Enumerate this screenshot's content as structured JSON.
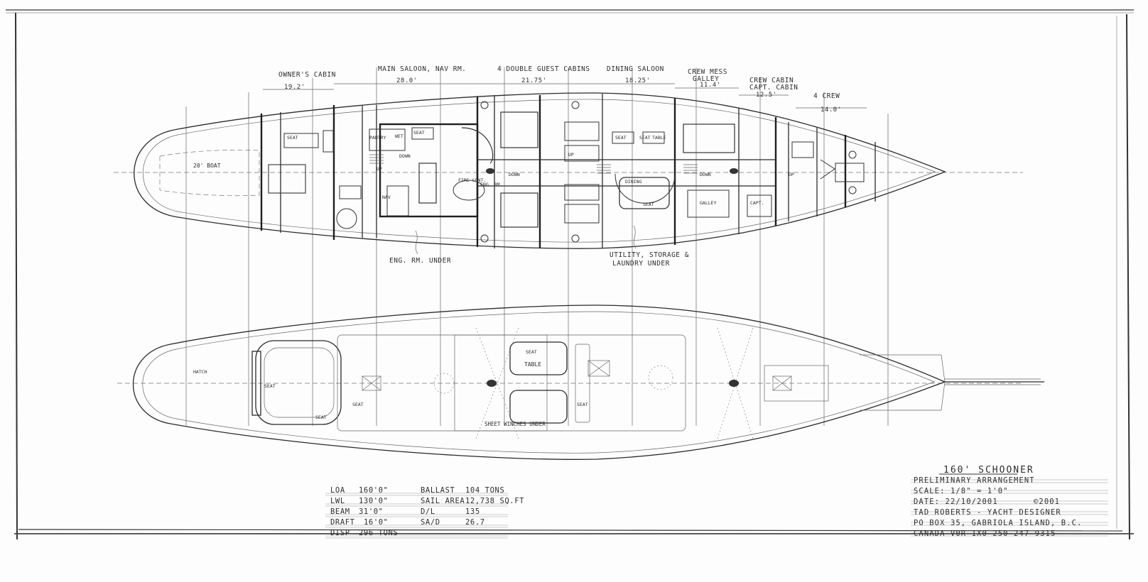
{
  "plan": {
    "upper_labels": {
      "owners_cabin": "OWNER'S CABIN",
      "main_saloon": "MAIN SALOON, NAV RM.",
      "guest_cabins": "4 DOUBLE GUEST CABINS",
      "dining_saloon": "DINING SALOON",
      "crew_mess": "CREW MESS",
      "galley_top": "GALLEY",
      "crew_cabin": "CREW CABIN",
      "capt_cabin": "CAPT. CABIN",
      "four_crew": "4 CREW"
    },
    "dimensions": {
      "d1": "19.2'",
      "d2": "28.0'",
      "d3": "21.75'",
      "d4": "18.25'",
      "d5": "11.4'",
      "d6": "12.5'",
      "d7": "14.0'"
    },
    "rooms": {
      "boat": "20' BOAT",
      "seat1": "SEAT",
      "pantry": "PANTRY",
      "seat2": "SEAT",
      "wet": "WET",
      "down1": "DOWN",
      "up1": "UP",
      "nav": "NAV",
      "eng_rm": "ENG. RM.",
      "fire_cont": "FIRE CONT.",
      "down2": "DOWN",
      "up2": "UP",
      "seat3": "SEAT",
      "seat4": "SEAT",
      "table": "TABLE",
      "dining": "DINING",
      "seat5": "SEAT",
      "down3": "DOWN",
      "galley": "GALLEY",
      "capt": "CAPT.",
      "up3": "UP"
    },
    "callouts": {
      "eng_under": "ENG. RM. UNDER",
      "utility_line1": "UTILITY, STORAGE &",
      "utility_line2": "LAUNDRY UNDER"
    }
  },
  "deck": {
    "hatch": "HATCH",
    "seat_a": "SEAT",
    "seat_b": "SEAT",
    "seat_c": "SEAT",
    "seat_d": "SEAT",
    "seat_e": "SEAT",
    "table": "TABLE",
    "winches": "SHEET WINCHES UNDER"
  },
  "specs": {
    "left": [
      {
        "label": "LOA",
        "value": "160'0\""
      },
      {
        "label": "LWL",
        "value": "130'0\""
      },
      {
        "label": "BEAM",
        "value": "31'0\""
      },
      {
        "label": "DRAFT",
        "value": "16'0\""
      },
      {
        "label": "DISP",
        "value": "296 TONS"
      }
    ],
    "right": [
      {
        "label": "BALLAST",
        "value": "104 TONS"
      },
      {
        "label": "SAIL AREA",
        "value": "12,738 SQ.FT"
      },
      {
        "label": "D/L",
        "value": "135"
      },
      {
        "label": "SA/D",
        "value": "26.7"
      }
    ]
  },
  "title_block": {
    "title": "160' SCHOONER",
    "line1": "PRELIMINARY ARRANGEMENT",
    "scale": "SCALE: 1/8\" = 1'0\"",
    "date": "DATE: 22/10/2001",
    "copyright": "©2001",
    "designer": "TAD ROBERTS - YACHT DESIGNER",
    "address1": "PO BOX 35, GABRIOLA ISLAND, B.C.",
    "address2": "CANADA V0R 1X0   250-247-9315"
  }
}
